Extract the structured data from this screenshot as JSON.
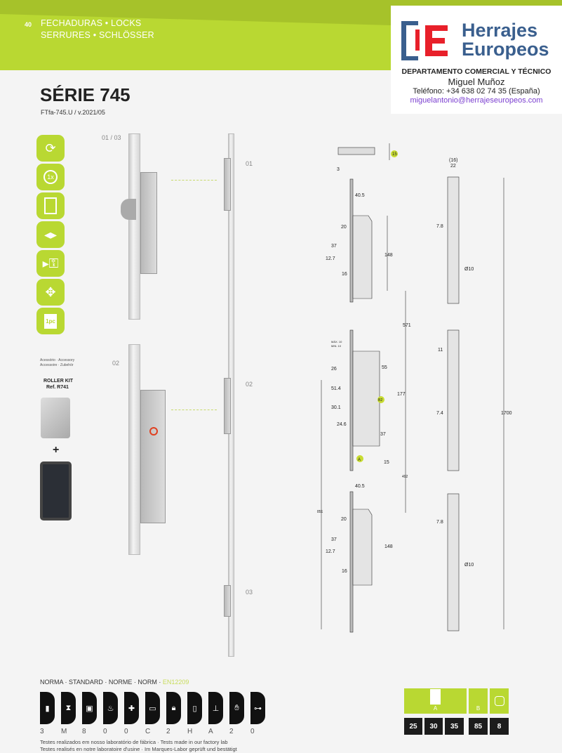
{
  "header": {
    "page_number": "40",
    "category_line1": "FECHADURAS • LOCKS",
    "category_line2": "SERRURES • SCHLÖSSER"
  },
  "contact": {
    "logo_line1": "Herrajes",
    "logo_line2": "Europeos",
    "department": "DEPARTAMENTO  COMERCIAL Y TÉCNICO",
    "name": "Miguel Muñoz",
    "phone": "Teléfono:  +34 638 02 74 35 (España)",
    "email": "miguelantonio@herrajeseuropeos.com",
    "brand_blue": "#3a5f8e",
    "brand_red": "#e8202a",
    "email_color": "#7b3fd0"
  },
  "product": {
    "title": "SÉRIE 745",
    "reference": "FTfa-745.U / v.2021/05"
  },
  "feature_icons": [
    "reversible-icon",
    "rotation-icon",
    "door-icon",
    "backset-icon",
    "latch-icon",
    "adjust-icon",
    "box-1pc-icon"
  ],
  "feature_icon_text": {
    "rotation": "1x",
    "box": "1pc"
  },
  "views": {
    "range": "01 / 03",
    "v01": "01",
    "v02": "02",
    "v03": "03",
    "v02_left": "02"
  },
  "accessory": {
    "line1": "Acessório · Accessory",
    "line2": "Accessoire · Zubehör",
    "kit": "ROLLER KIT",
    "ref": "Ref. R741",
    "plus": "+"
  },
  "dimensions": {
    "d15": "15",
    "d3": "3",
    "d40_5": "40.5",
    "d20": "20",
    "d37": "37",
    "d148": "148",
    "d12_7": "12.7",
    "d16": "16",
    "d16p": "(16)",
    "d22": "22",
    "d7_8": "7.8",
    "d10": "Ø10",
    "d571": "571",
    "d1700": "1700",
    "max": "MÁX. 10",
    "min": "MIN. 10",
    "d26": "26",
    "d51_4": "51.4",
    "d30_1": "30.1",
    "d24_6": "24.6",
    "d55": "55",
    "d177": "177",
    "d37b": "37",
    "d15b": "15",
    "d11": "11",
    "d7_4": "7.4",
    "d492": "492",
    "d851": "851",
    "d40_5b": "40.5",
    "d20b": "20",
    "d37c": "37",
    "d12_7b": "12.7",
    "d148b": "148",
    "d16b": "16",
    "d7_8b": "7.8",
    "d10b": "Ø10",
    "badge_a": "A",
    "badge_b": "B2"
  },
  "norm": {
    "label": "NORMA · STANDARD · NORME · NORM · ",
    "value": "EN12209",
    "grades": [
      "3",
      "M",
      "8",
      "0",
      "0",
      "C",
      "2",
      "H",
      "A",
      "2",
      "0"
    ],
    "footnote1": "Testes realizados em nosso laboratório de fábrica · Tests made in our factory lab",
    "footnote2": "Testes realisés en notre laboratoire d'usine · Im Marques-Labor geprüft und bestätigt"
  },
  "specs": {
    "label_a": "A",
    "label_b": "B",
    "values": [
      "25",
      "30",
      "35",
      "85",
      "8"
    ]
  }
}
